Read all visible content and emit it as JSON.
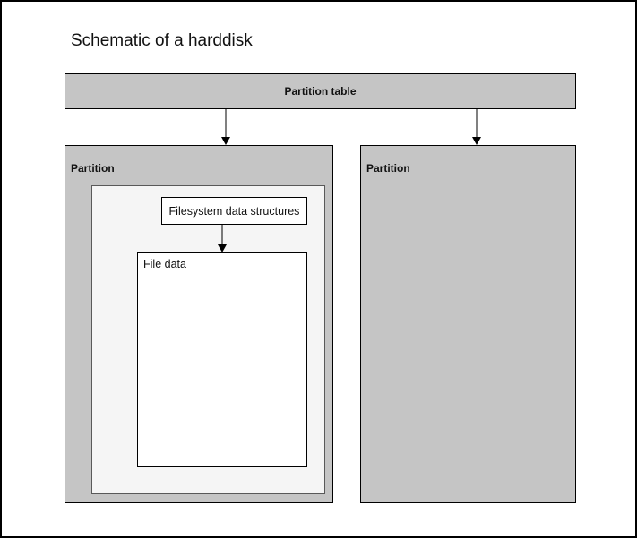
{
  "diagram": {
    "title": "Schematic of a harddisk",
    "partition_table": {
      "label": "Partition table"
    },
    "partition_left": {
      "label": "Partition"
    },
    "partition_right": {
      "label": "Partition"
    },
    "filesystem_box": {
      "label": "Filesystem data structures"
    },
    "file_data_box": {
      "label": "File data"
    },
    "colors": {
      "box_fill": "#c5c5c5",
      "inner_fill": "#f5f5f5",
      "line": "#000000",
      "inner_border": "#595959",
      "frame_border": "#000000",
      "text": "#111111"
    }
  }
}
